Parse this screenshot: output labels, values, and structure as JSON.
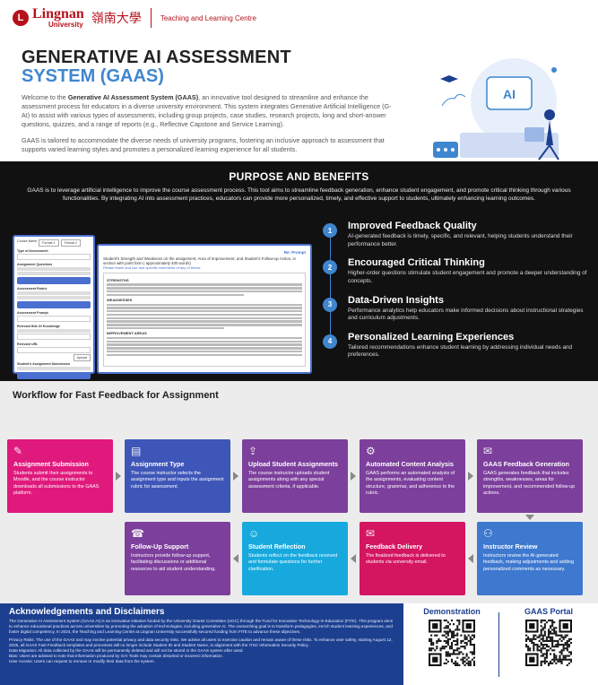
{
  "header": {
    "logo_mark": "L",
    "logo_en": "Lingnan",
    "logo_en2": "University",
    "logo_cn": "嶺南大學",
    "unit": "Teaching and Learning Centre"
  },
  "hero": {
    "title1": "GENERATIVE AI ASSESSMENT",
    "title2": "SYSTEM (GAAS)",
    "p1_pre": "Welcome to the ",
    "p1_bold": "Generative AI Assessment System (GAAS)",
    "p1_post": ", an innovative tool designed to streamline and enhance the assessment process for educators in a diverse university environment. This system integrates Generative Artificial Intelligence (G-AI) to assist with various types of assessments, including group projects, case studies, research projects, long and short-answer questions, quizzes, and a range of reports (e.g., Reflective Capstone and Service Learning).",
    "p2": "GAAS is tailored to accommodate the diverse needs of university programs, fostering an inclusive approach to assessment that supports varied learning styles and promotes a personalized learning experience for all students.",
    "art_label": "AI"
  },
  "purpose": {
    "title": "PURPOSE AND BENEFITS",
    "text": "GAAS is to leverage artificial intelligence to improve the course assessment process. This tool aims to streamline feedback generation, enhance student engagement, and promote critical thinking through various functionalities. By integrating AI into assessment practices, educators can provide more personalized, timely, and effective support to students, ultimately enhancing learning outcomes.",
    "shot1": {
      "tab_label": "Course Name",
      "tab1": "Format 1",
      "tab2": "Format 2",
      "labels": [
        "Type of Assessment",
        "Assignment Questions",
        "Assessment Rubric",
        "Assessment Prompt",
        "Relevant Bits Of Knowledge",
        "Relevant URL",
        "Student's Assignment Submission"
      ],
      "upload": "Upload"
    },
    "shot2": {
      "topbar": "Re: Prompt",
      "prompt": "Student's Strength and Weakness on the assignment; Area of Improvement; and Student's Follow-up Action, in section with point form ( approximately 400 words)",
      "prompt2": "Please thank and use and specific comments of any of below.",
      "sec1": "STRENGTHS",
      "sec2": "WEAKNESSES",
      "sec3": "IMPROVEMENT AREAS"
    },
    "benefits": [
      {
        "num": "1",
        "title": "Improved Feedback Quality",
        "desc": "AI-generated feedback is timely, specific, and relevant, helping students understand their performance better."
      },
      {
        "num": "2",
        "title": "Encouraged Critical Thinking",
        "desc": "Higher-order questions stimulate student engagement and promote a deeper understanding of concepts."
      },
      {
        "num": "3",
        "title": "Data-Driven Insights",
        "desc": "Performance analytics help educators make informed decisions about instructional strategies and curriculum adjustments."
      },
      {
        "num": "4",
        "title": "Personalized Learning Experiences",
        "desc": "Tailored recommendations enhance student learning by addressing individual needs and preferences."
      }
    ]
  },
  "workflow": {
    "title": "Workflow for Fast Feedback for Assignment",
    "cards": [
      {
        "title": "Assignment Submission",
        "desc": "Students submit their assignments to Moodle, and the course instructor downloads all submissions to the GAAS platform.",
        "color": "#e0197d",
        "icon": "✎"
      },
      {
        "title": "Assignment Type",
        "desc": "The course instructor selects the assignment type and inputs the assignment rubric for assessment.",
        "color": "#3e56b8",
        "icon": "▤"
      },
      {
        "title": "Upload Student Assignments",
        "desc": "The course instructor uploads student assignments along with any special assessment criteria, if applicable.",
        "color": "#7c3f9c",
        "icon": "⇪"
      },
      {
        "title": "Automated Content Analysis",
        "desc": "GAAS performs an automated analysis of the assignments, evaluating content structure, grammar, and adherence to the rubric.",
        "color": "#7c3f9c",
        "icon": "⚙"
      },
      {
        "title": "GAAS Feedback Generation",
        "desc": "GAAS generates feedback that includes strengths, weaknesses, areas for improvement, and recommended follow-up actions.",
        "color": "#7c3f9c",
        "icon": "✉"
      },
      {
        "title": "Instructor Review",
        "desc": "Instructors review the AI-generated feedback, making adjustments and adding personalized comments as necessary.",
        "color": "#3e78cf",
        "icon": "⚇"
      },
      {
        "title": "Feedback Delivery",
        "desc": "The finalized feedback is delivered to students via university email.",
        "color": "#d41560",
        "icon": "✉"
      },
      {
        "title": "Student Reflection",
        "desc": "Students reflect on the feedback received and formulate questions for further clarification.",
        "color": "#17a9de",
        "icon": "☺"
      },
      {
        "title": "Follow-Up Support",
        "desc": "Instructors provide follow-up support, facilitating discussions or additional resources to aid student understanding.",
        "color": "#7c3f9c",
        "icon": "☎"
      }
    ]
  },
  "footer": {
    "title": "Acknowledgements and Disclaimers",
    "p1": "The Generative AI Assessment System (GAAS AI) is an innovative initiative funded by the University Grants Committee (UGC) through the Fund for Innovative Technology-in-Education (FITE). This program aims to enhance educational practices across universities by promoting the adoption of technologies, including generative AI. The overarching goal is to transform pedagogies, enrich student learning experiences, and foster digital competency. In 2024, the Teaching and Learning Centre at Lingnan University successfully secured funding from FITE to advance these objectives.",
    "p2": "Privacy Risks: The use of the GAAS tool may involve potential privacy and data security risks. We advise all users to exercise caution and remain aware of these risks. To enhance user safety, starting August 12, 2025, all GAAS Fast Feedback templates and processes will no longer include Student ID and Student Name, in alignment with the ITSC Information Security Policy.",
    "p3": "Data Migration: All data collected by the GAAS will be permanently deleted and will not be stored in the GAAS system after used.",
    "p4": "Bias: Users are advised to note that information produced by GAI Tools may contain distorted or incorrect information.",
    "p5": "User Access: Users can request to remove or modify their data from the system.",
    "qr1_label": "Demonstration",
    "qr2_label": "GAAS Portal"
  }
}
